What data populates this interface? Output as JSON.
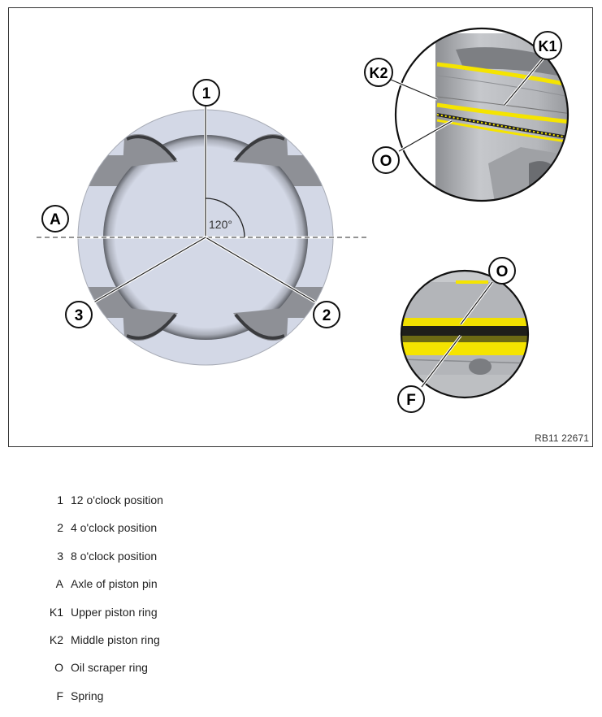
{
  "figure": {
    "id_label": "RB11 22671",
    "angle_label": "120°",
    "colors": {
      "piston_crown": "#d3d8e6",
      "valve_pocket": "#8e9096",
      "ring_highlight": "#f5e400",
      "piston_body": "#b9bbbf",
      "frame_border": "#333333"
    },
    "main_view": {
      "callouts": [
        {
          "key": "1",
          "label": "1"
        },
        {
          "key": "2",
          "label": "2"
        },
        {
          "key": "3",
          "label": "3"
        },
        {
          "key": "A",
          "label": "A"
        }
      ]
    },
    "top_detail": {
      "callouts": [
        {
          "key": "K1",
          "label": "K1"
        },
        {
          "key": "K2",
          "label": "K2"
        },
        {
          "key": "O",
          "label": "O"
        }
      ]
    },
    "bottom_detail": {
      "callouts": [
        {
          "key": "O",
          "label": "O"
        },
        {
          "key": "F",
          "label": "F"
        }
      ]
    }
  },
  "legend": [
    {
      "key": "1",
      "text": "12 o'clock position"
    },
    {
      "key": "2",
      "text": "4 o'clock position"
    },
    {
      "key": "3",
      "text": "8 o'clock position"
    },
    {
      "key": "A",
      "text": "Axle of piston pin"
    },
    {
      "key": "K1",
      "text": "Upper piston ring"
    },
    {
      "key": "K2",
      "text": "Middle piston ring"
    },
    {
      "key": "O",
      "text": "Oil scraper ring"
    },
    {
      "key": "F",
      "text": "Spring"
    }
  ]
}
